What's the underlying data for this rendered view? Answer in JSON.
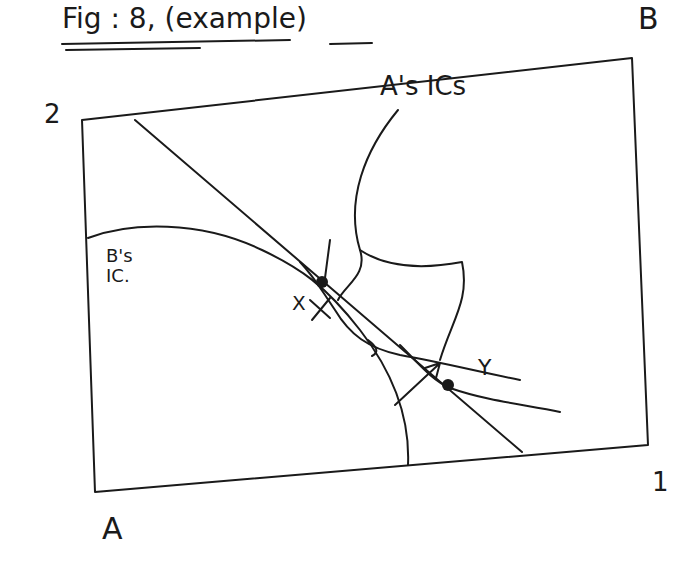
{
  "diagram": {
    "title": "Fig : 8, (example)",
    "labels": [
      "B",
      "2",
      "A",
      "1",
      "A's ICs",
      "B's IC.",
      "X",
      "Y"
    ]
  }
}
